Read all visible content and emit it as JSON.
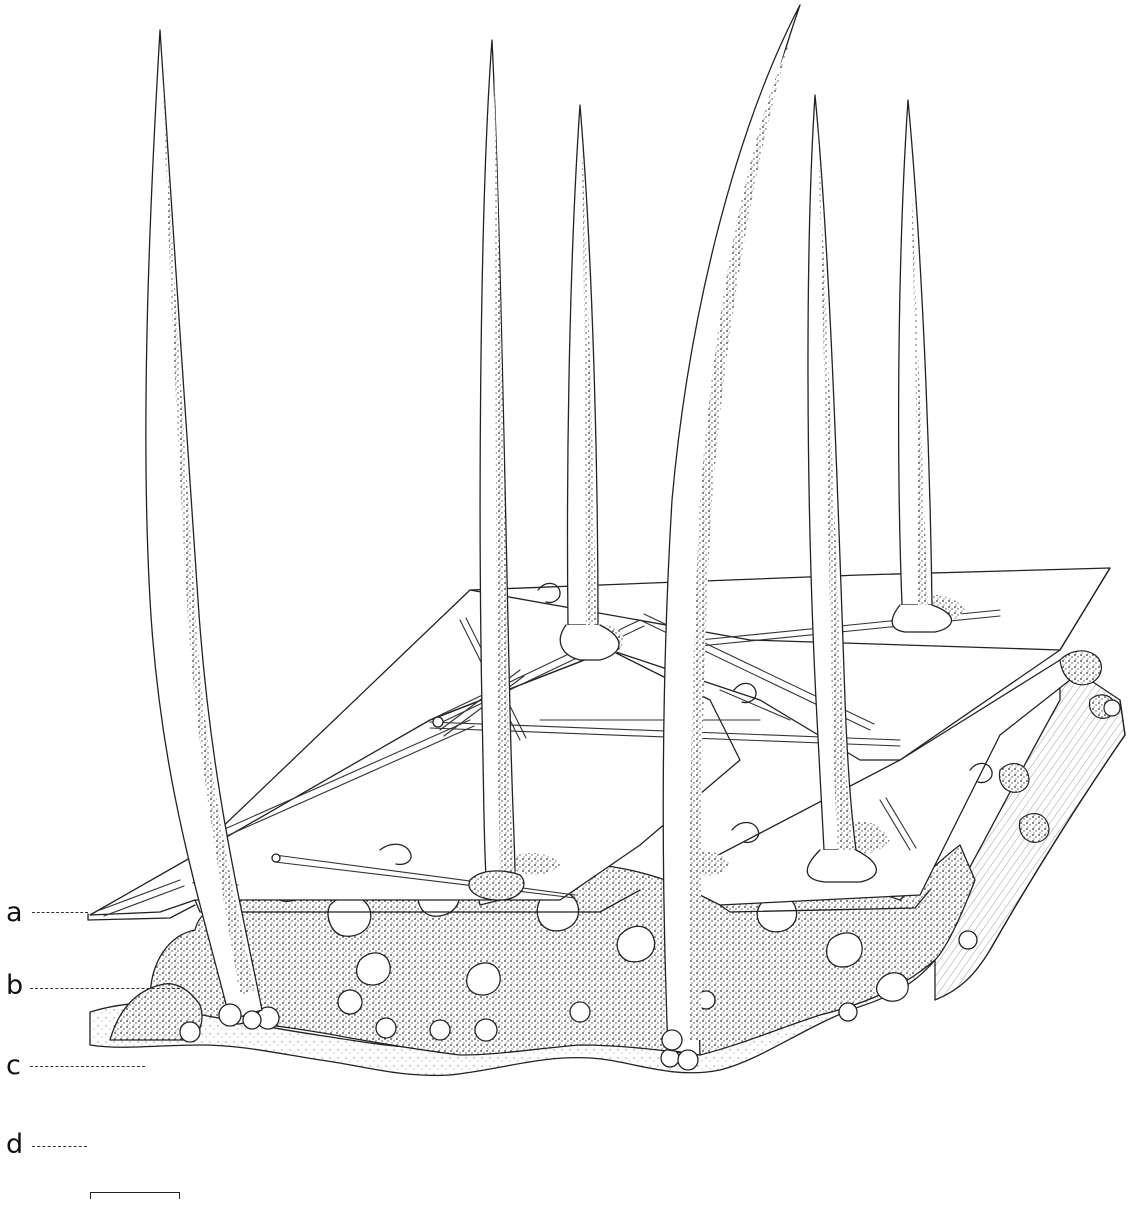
{
  "labels": {
    "a": "a",
    "b": "b",
    "c": "c",
    "d": "d"
  },
  "colors": {
    "ink": "#222222",
    "paper": "#ffffff",
    "stipple": "#4a4a4a"
  }
}
